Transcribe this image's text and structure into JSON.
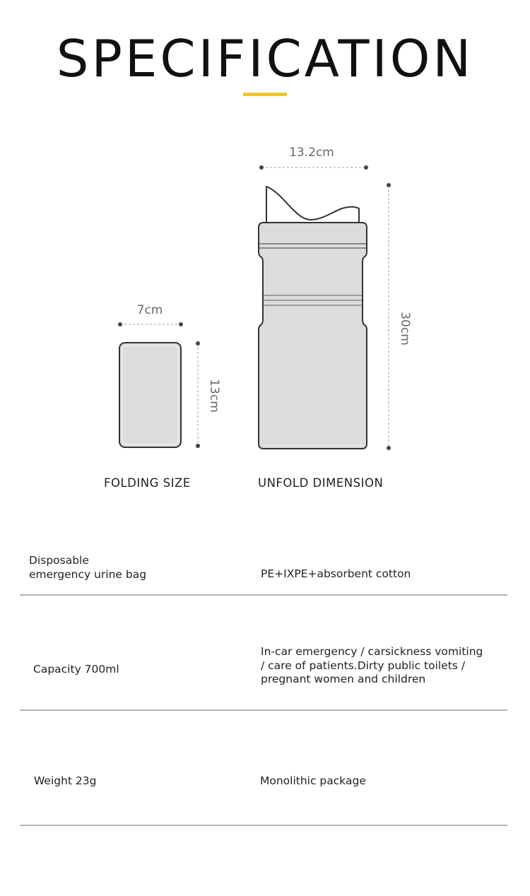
{
  "header": {
    "title": "SPECIFICATION",
    "accent_color": "#f2c81e"
  },
  "diagram": {
    "folding": {
      "width_label": "7cm",
      "height_label": "13cm",
      "caption": "FOLDING SIZE"
    },
    "unfold": {
      "width_label": "13.2cm",
      "height_label": "30cm",
      "caption": "UNFOLD DIMENSION"
    },
    "bag_fill_color": "#dcdcdc",
    "outline_color": "#333333"
  },
  "specs": [
    {
      "left": [
        "Disposable",
        "emergency urine bag"
      ],
      "right": [
        "PE+IXPE+absorbent cotton"
      ]
    },
    {
      "left": [
        "Capacity 700ml"
      ],
      "right": [
        "In-car emergency / carsickness vomiting",
        "/ care of patients.Dirty public toilets /",
        "pregnant women and children"
      ]
    },
    {
      "left": [
        "Weight 23g"
      ],
      "right": [
        "Monolithic package"
      ]
    }
  ],
  "divider_color": "#b4b4b4"
}
